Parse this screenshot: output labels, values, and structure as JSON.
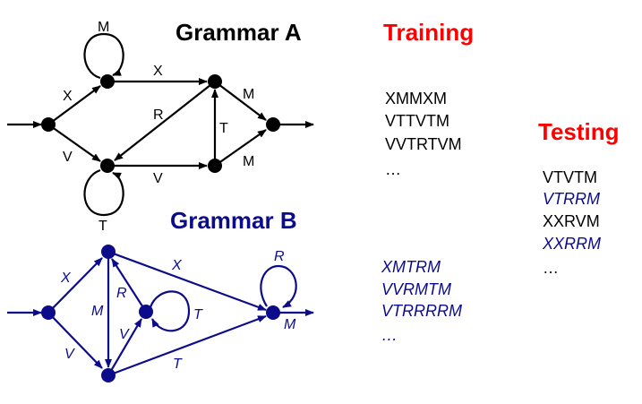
{
  "grammar_a": {
    "title": "Grammar A",
    "color": "#000000",
    "edge_labels": {
      "loop_top": "M",
      "in_upper": "X",
      "upper_right": "X",
      "diag": "R",
      "vertical": "T",
      "to_exit_upper": "M",
      "in_lower": "V",
      "lower_right": "V",
      "to_exit_lower": "M",
      "loop_bottom": "T"
    }
  },
  "grammar_b": {
    "title": "Grammar B",
    "color": "#0c0c8a",
    "edge_labels": {
      "in_upper": "X",
      "in_lower": "V",
      "top_to_exit": "X",
      "down": "M",
      "mid_to_top": "R",
      "bottom_to_mid": "V",
      "mid_loop": "T",
      "bottom_to_exit": "T",
      "exit_loop": "R",
      "exit": "M"
    }
  },
  "training": {
    "title": "Training",
    "grammar_a_strings": [
      "XMMXM",
      "VTTVTM",
      "VVTRTVM",
      "…"
    ],
    "grammar_b_strings": [
      "XMTRM",
      "VVRMTM",
      "VTRRRRM",
      "…"
    ]
  },
  "testing": {
    "title": "Testing",
    "strings": [
      {
        "text": "VTVTM",
        "grammar": "A"
      },
      {
        "text": "VTRRM",
        "grammar": "B"
      },
      {
        "text": "XXRVM",
        "grammar": "A"
      },
      {
        "text": "XXRRM",
        "grammar": "B"
      },
      {
        "text": "…",
        "grammar": "A"
      }
    ]
  }
}
